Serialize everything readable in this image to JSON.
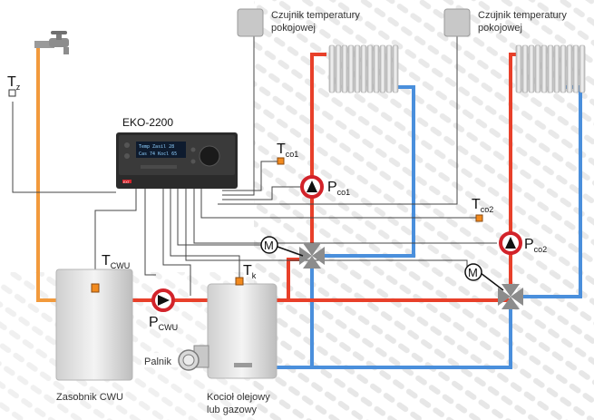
{
  "controller": {
    "name": "EKO-2200",
    "lcd_line1": "Temp  Zasil 28",
    "lcd_line2": "Cas 74    Kocl 65",
    "brand": "EXT"
  },
  "sensors": {
    "room1": {
      "line1": "Czujnik temperatury",
      "line2": "pokojowej"
    },
    "room2": {
      "line1": "Czujnik temperatury",
      "line2": "pokojowej"
    }
  },
  "symbols": {
    "tz": {
      "main": "T",
      "sub": "z"
    },
    "tco1": {
      "main": "T",
      "sub": "co1"
    },
    "tco2": {
      "main": "T",
      "sub": "co2"
    },
    "tcwu": {
      "main": "T",
      "sub": "CWU"
    },
    "tk": {
      "main": "T",
      "sub": "k"
    },
    "pco1": {
      "main": "P",
      "sub": "co1"
    },
    "pco2": {
      "main": "P",
      "sub": "co2"
    },
    "pcwu": {
      "main": "P",
      "sub": "CWU"
    },
    "m1": "M",
    "m2": "M"
  },
  "labels": {
    "burner": "Palnik",
    "tank": "Zasobnik CWU",
    "boiler_line1": "Kocioł olejowy",
    "boiler_line2": "lub gazowy"
  },
  "colors": {
    "supply": "#e8402a",
    "return": "#4a8fdc",
    "hot_water": "#f29a3c",
    "wire": "#444444",
    "sensor_dot": "#f28a1e",
    "pump_red": "#d2232a"
  }
}
